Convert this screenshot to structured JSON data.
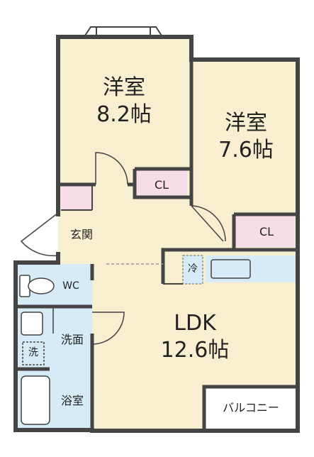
{
  "rooms": {
    "western_room_1": {
      "name": "洋室",
      "size": "8.2帖"
    },
    "western_room_2": {
      "name": "洋室",
      "size": "7.6帖"
    },
    "closet_1": "CL",
    "closet_2": "CL",
    "entrance": "玄関",
    "toilet": "WC",
    "washroom": "洗面",
    "washer": "洗",
    "bathroom": "浴室",
    "fridge": "冷",
    "ldk": {
      "name": "LDK",
      "size": "12.6帖"
    },
    "balcony": "バルコニー"
  },
  "colors": {
    "wall": "#444444",
    "floor_room": "#f7efcf",
    "wet_area": "#d6ebf5",
    "closet": "#f6dde8",
    "exterior": "#ffffff"
  }
}
